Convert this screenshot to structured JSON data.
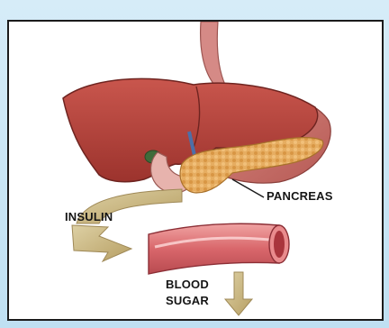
{
  "labels": {
    "pancreas": "PANCREAS",
    "insulin": "INSULIN",
    "blood": "BLOOD",
    "sugar": "SUGAR"
  },
  "colors": {
    "background": "#cfe8f5",
    "liver": "#b8443d",
    "pancreas": "#e3a85a",
    "esophagus": "#d58a86",
    "vessel": "#d9676b",
    "arrow": "#c9b27a"
  },
  "icons": [
    "insulin-arrow-icon",
    "down-arrow-icon"
  ]
}
